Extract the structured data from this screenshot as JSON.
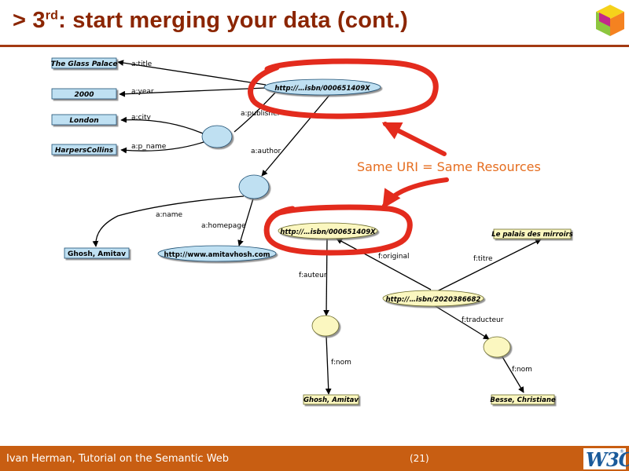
{
  "slide": {
    "title_prefix": "> 3",
    "title_sup": "rd",
    "title_rest": ": start merging your data (cont.)",
    "annotation": "Same URI = Same Resources"
  },
  "diagram": {
    "nodes": {
      "glass_palace": "The Glass Palace",
      "year_2000": "2000",
      "london": "London",
      "harpers": "HarpersCollins",
      "isbn_top": "http://…isbn/000651409X",
      "isbn_merged": "http://…isbn/000651409X",
      "ghosh_en": "Ghosh, Amitav",
      "homepage_url": "http://www.amitavhosh.com",
      "palais": "Le palais des mirroirs",
      "isbn_fr": "http://…isbn/2020386682",
      "ghosh_fr": "Ghosh, Amitav",
      "besse": "Besse, Christiane"
    },
    "edges": {
      "title": "a:title",
      "year": "a:year",
      "city": "a:city",
      "p_name": "a:p_name",
      "publisher": "a:publisher",
      "author": "a:author",
      "name": "a:name",
      "homepage": "a:homepage",
      "original": "f:original",
      "titre": "f:titre",
      "auteur": "f:auteur",
      "traducteur": "f:traducteur",
      "nom1": "f:nom",
      "nom2": "f:nom"
    }
  },
  "footer": {
    "left": "Ivan Herman, Tutorial on the Semantic Web",
    "page": "(21)",
    "logo": "W3C"
  },
  "colors": {
    "title": "#8b2500",
    "footer_bg": "#c85e12",
    "english_nodes": "#bfe0f2",
    "french_nodes": "#fbf7c0",
    "highlight_red": "#e32b1d"
  }
}
